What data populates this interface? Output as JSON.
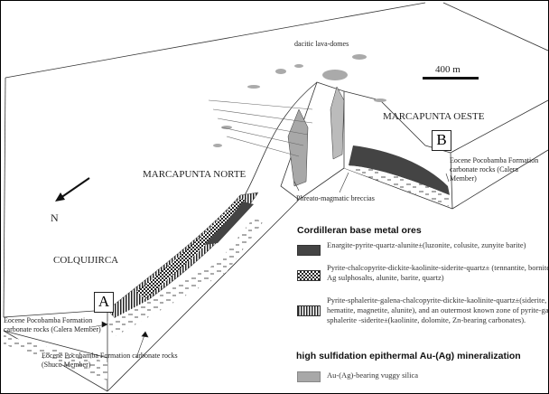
{
  "labels": {
    "lava_domes": "dacitic lava-domes",
    "scale": "400 m",
    "marcapunta_norte": "MARCAPUNTA NORTE",
    "marcapunta_oeste": "MARCAPUNTA OESTE",
    "colquijirca": "COLQUIJIRCA",
    "north": "N",
    "phreato": "Phreato-magmatic breccias",
    "calera_b": "Eocene Pocobamba Formation carbonate rocks (Calera Member)",
    "calera_a_1": "Eocene Pocobamba Formation",
    "calera_a_2": "carbonate rocks (Calera Member)",
    "shuco_1": "Eocene Pocobamba Formation carbonate rocks",
    "shuco_2": "(Shuco Member)",
    "section_a": "A",
    "section_b": "B"
  },
  "legend": {
    "group1_title": "Cordilleran base metal ores",
    "items1": [
      {
        "text": "Enargite-pyrite-quartz-alunite±(luzonite, colusite, zunyite barite)",
        "pattern": "dark-fill"
      },
      {
        "text": "Pyrite-chalcopyrite-dickite-kaolinite-siderite-quartz± (tennantite, bornite, Bi-Ag sulphosalts, alunite, barite, quartz)",
        "pattern": "checker"
      },
      {
        "text": "Pyrite-sphalerite-galena-chalcopyrite-dickite-kaolinite-quartz±(siderite, hematite, magnetite, alunite), and an outermost known zone of pyrite-galena-sphalerite -siderite±(kaolinite, dolomite, Zn-bearing carbonates).",
        "pattern": "vertical-stripes"
      }
    ],
    "group2_title": "high sulfidation epithermal Au-(Ag) mineralization",
    "items2": [
      {
        "text": "Au-(Ag)-bearing vuggy silica",
        "pattern": "gray-fill"
      }
    ]
  },
  "colors": {
    "dark": "#444444",
    "gray": "#a8a8a8",
    "line": "#333333"
  }
}
